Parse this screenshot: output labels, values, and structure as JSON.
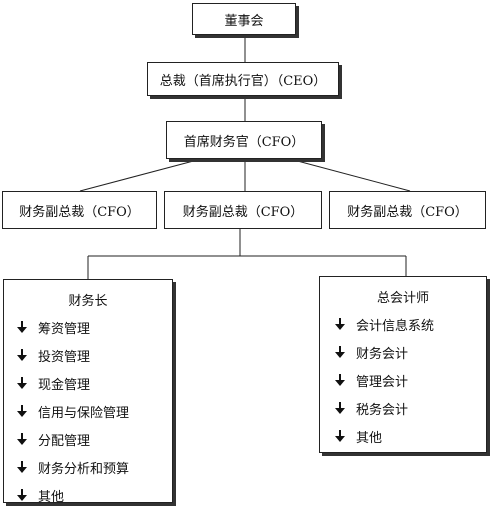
{
  "top": {
    "board": "董事会",
    "ceo": "总裁（首席执行官）（CEO）",
    "cfo": "首席财务官（CFO）"
  },
  "vps": [
    "财务副总裁（CFO）",
    "财务副总裁（CFO）",
    "财务副总裁（CFO）"
  ],
  "treasurer": {
    "title": "财务长",
    "items": [
      "筹资管理",
      "投资管理",
      "现金管理",
      "信用与保险管理",
      "分配管理",
      "财务分析和预算",
      "其他"
    ]
  },
  "controller": {
    "title": "总会计师",
    "items": [
      "会计信息系统",
      "财务会计",
      "管理会计",
      "税务会计",
      "其他"
    ]
  }
}
